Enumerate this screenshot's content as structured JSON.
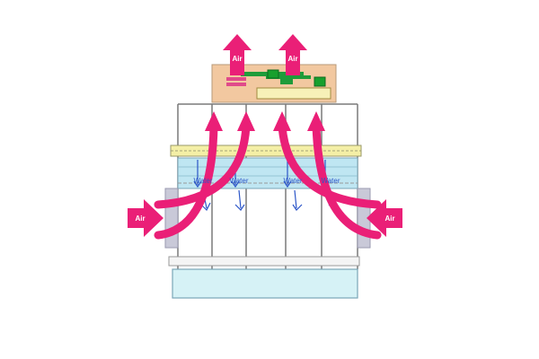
{
  "labels": {
    "air_top_left": "Air",
    "air_top_right": "Air",
    "air_side_left": "Air",
    "air_side_right": "Air",
    "water_1": "Water",
    "water_2": "Water",
    "water_3": "Water",
    "water_4": "Water"
  },
  "colors": {
    "airflow": "#ea1f77",
    "fan_housing": "#f2c8a0",
    "drive_belt": "#1f9c3a",
    "fill_media": "#bfe6f2",
    "distribution_pipe": "#f4efa6",
    "frame": "#7a7a7a",
    "basin": "#d6f2f6",
    "louver": "#c9c9d8",
    "water": "#2b55c8"
  }
}
